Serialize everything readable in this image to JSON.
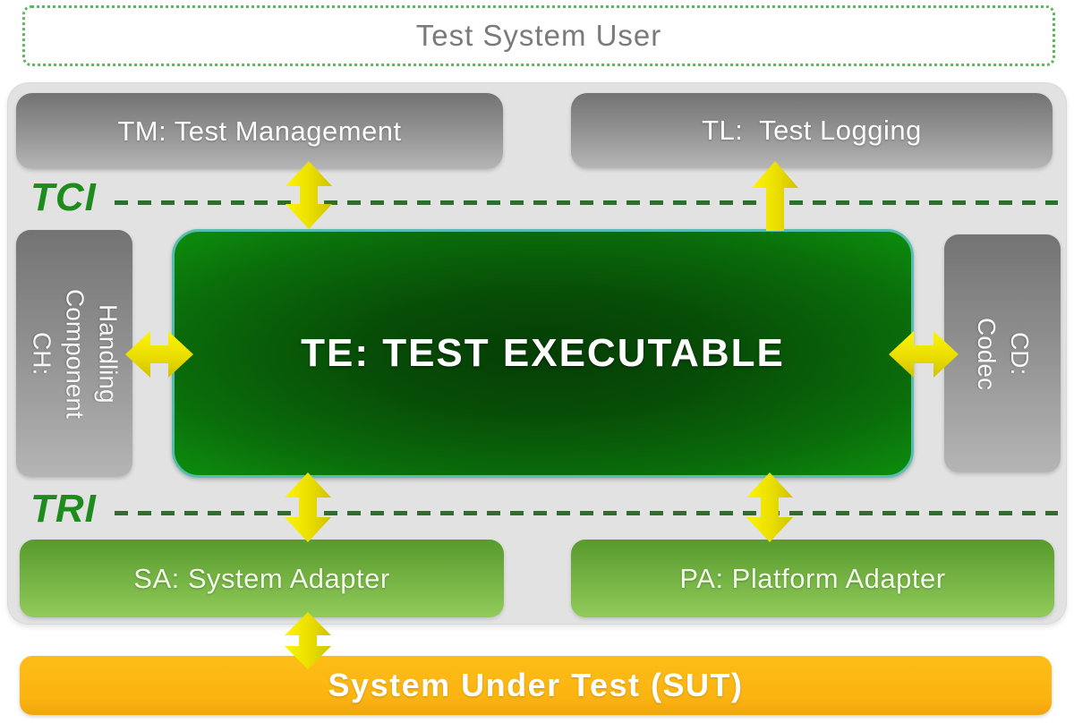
{
  "title_box": {
    "label": "Test System User"
  },
  "interface_labels": {
    "tci": "TCI",
    "tri": "TRI"
  },
  "components": {
    "tm": {
      "label": "TM: Test Management"
    },
    "tl": {
      "label": "TL:  Test Logging"
    },
    "ch": {
      "label": "CH:\nComponent\nHandling"
    },
    "te": {
      "label": "TE: TEST EXECUTABLE"
    },
    "cd": {
      "label": "CD:\nCodec"
    },
    "sa": {
      "label": "SA: System Adapter"
    },
    "pa": {
      "label": "PA: Platform Adapter"
    },
    "sut": {
      "label": "System Under Test (SUT)"
    }
  },
  "arrows": [
    {
      "from": "TM",
      "to": "TE",
      "style": "double-headed"
    },
    {
      "from": "TE",
      "to": "TL",
      "style": "single-headed-up"
    },
    {
      "from": "CH",
      "to": "TE",
      "style": "double-headed"
    },
    {
      "from": "TE",
      "to": "CD",
      "style": "double-headed"
    },
    {
      "from": "TE",
      "to": "SA",
      "style": "double-headed"
    },
    {
      "from": "TE",
      "to": "PA",
      "style": "double-headed"
    },
    {
      "from": "SA",
      "to": "SUT",
      "style": "double-headed"
    }
  ],
  "colors": {
    "container_gray": "#e2e2e2",
    "gray_box_top": "#737373",
    "gray_box_bottom": "#b5b5b5",
    "green_box_top": "#589a2c",
    "green_box_bottom": "#91cb5a",
    "te_green_dark": "#063e06",
    "te_green_light": "#0d8e0d",
    "te_border_teal": "#57bdb0",
    "interface_green": "#1d8c1d",
    "dash_green": "#2f6e2f",
    "arrow_yellow": "#fdf403",
    "arrow_yellow_dark": "#cfc300",
    "sut_orange": "#fbb411",
    "dotted_border_green": "#5cb85c",
    "title_text_gray": "#7a7a7a"
  }
}
